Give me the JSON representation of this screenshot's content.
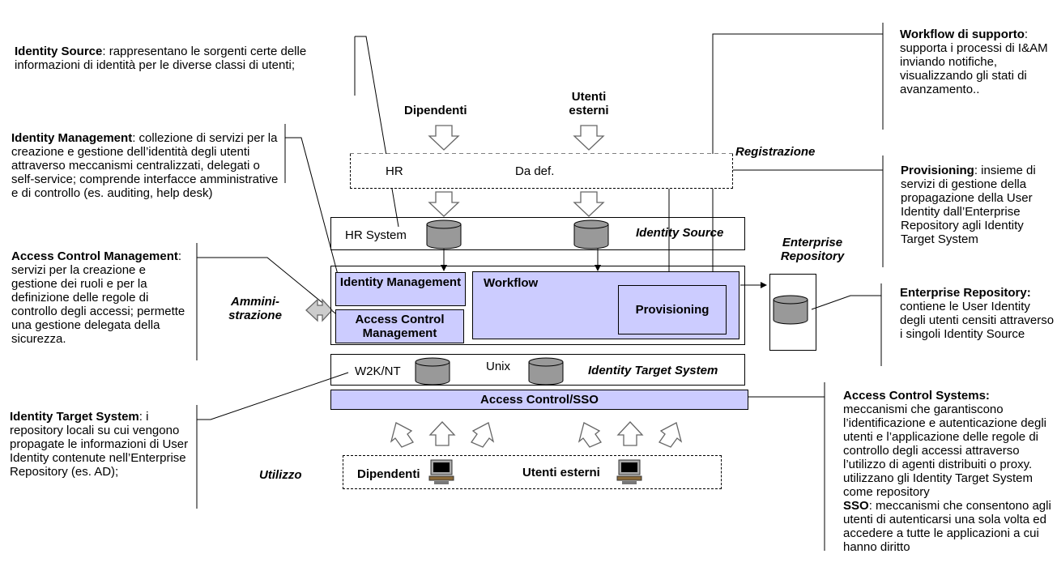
{
  "annotations": {
    "identity_source": {
      "title": "Identity Source",
      "body": ": rappresentano le sorgenti certe delle informazioni di identità per le diverse classi di utenti;"
    },
    "identity_management": {
      "title": "Identity Management",
      "body": ": collezione di servizi per la creazione e gestione dell’identità degli utenti attraverso meccanismi centralizzati, delegati o self-service; comprende interfacce amministrative e di controllo (es. auditing, help desk)"
    },
    "access_control_management": {
      "title": "Access Control Management",
      "body": ": servizi per la creazione e gestione dei ruoli e per la definizione delle regole di controllo degli accessi; permette una gestione delegata della sicurezza."
    },
    "identity_target_system": {
      "title": "Identity Target System",
      "body": ": i repository locali su cui vengono propagate le informazioni di User Identity contenute nell’Enterprise Repository (es. AD);"
    },
    "workflow_di_supporto": {
      "title": "Workflow di supporto",
      "body": ": supporta i processi di I&AM inviando notifiche, visualizzando gli stati di avanzamento.."
    },
    "provisioning": {
      "title": "Provisioning",
      "body": ": insieme di servizi di gestione della propagazione della User Identity dall’Enterprise Repository agli Identity Target System"
    },
    "enterprise_repository": {
      "title": "Enterprise Repository:",
      "body": " contiene le User Identity degli utenti censiti attraverso i singoli Identity Source"
    },
    "access_control_systems": {
      "title": "Access Control Systems:",
      "body": " meccanismi che garantiscono l’identificazione e autenticazione degli utenti e l’applicazione delle regole di controllo degli accessi attraverso l’utilizzo di agenti distribuiti o proxy. utilizzano gli Identity Target System come repository",
      "sso_title": "SSO",
      "sso_body": ": meccanismi che consentono agli utenti di autenticarsi una sola volta ed accedere a tutte le applicazioni a cui hanno diritto"
    }
  },
  "diagram": {
    "dipendenti_top": "Dipendenti",
    "utenti_esterni_top": "Utenti esterni",
    "registrazione": "Registrazione",
    "hr": "HR",
    "da_def": "Da def.",
    "hr_system": "HR System",
    "identity_source_label": "Identity Source",
    "enterprise_repository_label": "Enterprise Repository",
    "identity_management_box": "Identity Management",
    "access_control_management_box": "Access Control Management",
    "workflow_box": "Workflow",
    "provisioning_box": "Provisioning",
    "amministrazione": "Ammini-strazione",
    "w2k": "W2K/NT",
    "unix": "Unix",
    "identity_target_system_label": "Identity Target System",
    "access_control_sso": "Access Control/SSO",
    "utilizzo": "Utilizzo",
    "dipendenti_bottom": "Dipendenti",
    "utenti_esterni_bottom": "Utenti esterni"
  },
  "colors": {
    "module_fill": "#ccccff",
    "cylinder": "#999999",
    "arrow_fill": "#ffffff"
  }
}
